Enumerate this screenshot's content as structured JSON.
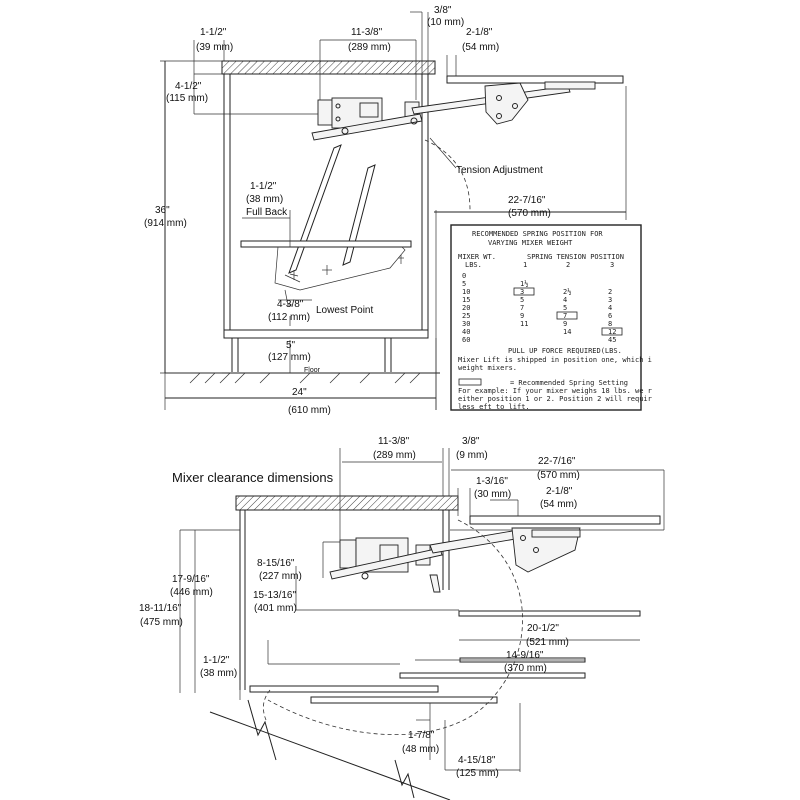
{
  "top_view": {
    "dims": {
      "d_1_5_in": "1-1/2\"",
      "d_1_5_mm": "(39 mm)",
      "d_4_5_in": "4-1/2\"",
      "d_4_5_mm": "(115 mm)",
      "d_11_375_in": "11-3/8\"",
      "d_11_375_mm": "(289 mm)",
      "d_0_375_in": "3/8\"",
      "d_0_375_mm": "(10 mm)",
      "d_2_125_in": "2-1/8\"",
      "d_2_125_mm": "(54 mm)",
      "d_36_in": "36\"",
      "d_36_mm": "(914 mm)",
      "d_fullback_in": "1-1/2\"",
      "d_fullback_mm": "(38 mm)",
      "full_back": "Full Back",
      "d_22_in": "22-7/16\"",
      "d_22_mm": "(570 mm)",
      "d_4_375_in": "4-3/8\"",
      "d_4_375_mm": "(112 mm)",
      "lowest_point": "Lowest Point",
      "d_5_in": "5\"",
      "d_5_mm": "(127 mm)",
      "floor": "Floor",
      "d_24_in": "24\"",
      "d_24_mm": "(610 mm)",
      "tension": "Tension Adjustment"
    },
    "spring_table": {
      "title_line1": "RECOMMENDED SPRING POSITION FOR",
      "title_line2": "VARYING MIXER WEIGHT",
      "head_mixer": "MIXER WT.",
      "head_lbs": "LBS.",
      "head_tension": "SPRING TENSION POSITION",
      "col1": "1",
      "col2": "2",
      "col3": "3",
      "rows": [
        {
          "wt": "0",
          "p1": "",
          "p2": "",
          "p3": ""
        },
        {
          "wt": "5",
          "p1": "1½",
          "p2": "",
          "p3": ""
        },
        {
          "wt": "10",
          "p1": "3",
          "p2": "2½",
          "p3": "2"
        },
        {
          "wt": "15",
          "p1": "5",
          "p2": "4",
          "p3": "3"
        },
        {
          "wt": "20",
          "p1": "7",
          "p2": "5",
          "p3": "4"
        },
        {
          "wt": "25",
          "p1": "9",
          "p2": "7",
          "p3": "6"
        },
        {
          "wt": "30",
          "p1": "11",
          "p2": "9",
          "p3": "8"
        },
        {
          "wt": "40",
          "p1": "",
          "p2": "14",
          "p3": "12"
        },
        {
          "wt": "60",
          "p1": "",
          "p2": "",
          "p3": "45"
        }
      ],
      "pull_up": "PULL UP FORCE REQUIRED(LBS.",
      "note1": "Mixer Lift is shipped in position one, which i",
      "note2": "weight mixers.",
      "legend": "= Recommended Spring Setting",
      "ex1": "For example: If your mixer weighs 18 lbs. we r",
      "ex2": "either position 1 or 2. Position 2 will requir",
      "ex3": "less eft to lift."
    }
  },
  "bottom_view": {
    "title": "Mixer clearance dimensions",
    "dims": {
      "d_11_375_in": "11-3/8\"",
      "d_11_375_mm": "(289 mm)",
      "d_0_375_in": "3/8\"",
      "d_0_375_mm": "(9 mm)",
      "d_22_in": "22-7/16\"",
      "d_22_mm": "(570 mm)",
      "d_1_1875_in": "1-3/16\"",
      "d_1_1875_mm": "(30 mm)",
      "d_2_125_in": "2-1/8\"",
      "d_2_125_mm": "(54 mm)",
      "d_8_in": "8-15/16\"",
      "d_8_mm": "(227 mm)",
      "d_17_in": "17-9/16\"",
      "d_17_mm": "(446 mm)",
      "d_15_in": "15-13/16\"",
      "d_15_mm": "(401 mm)",
      "d_18_in": "18-11/16\"",
      "d_18_mm": "(475 mm)",
      "d_20_in": "20-1/2\"",
      "d_20_mm": "(521 mm)",
      "d_1_5_in": "1-1/2\"",
      "d_1_5_mm": "(38 mm)",
      "d_14_in": "14-9/16\"",
      "d_14_mm": "(370 mm)",
      "d_1_875_in": "1-7/8\"",
      "d_1_875_mm": "(48 mm)",
      "d_4_in": "4-15/18\"",
      "d_4_mm": "(125 mm)"
    }
  }
}
